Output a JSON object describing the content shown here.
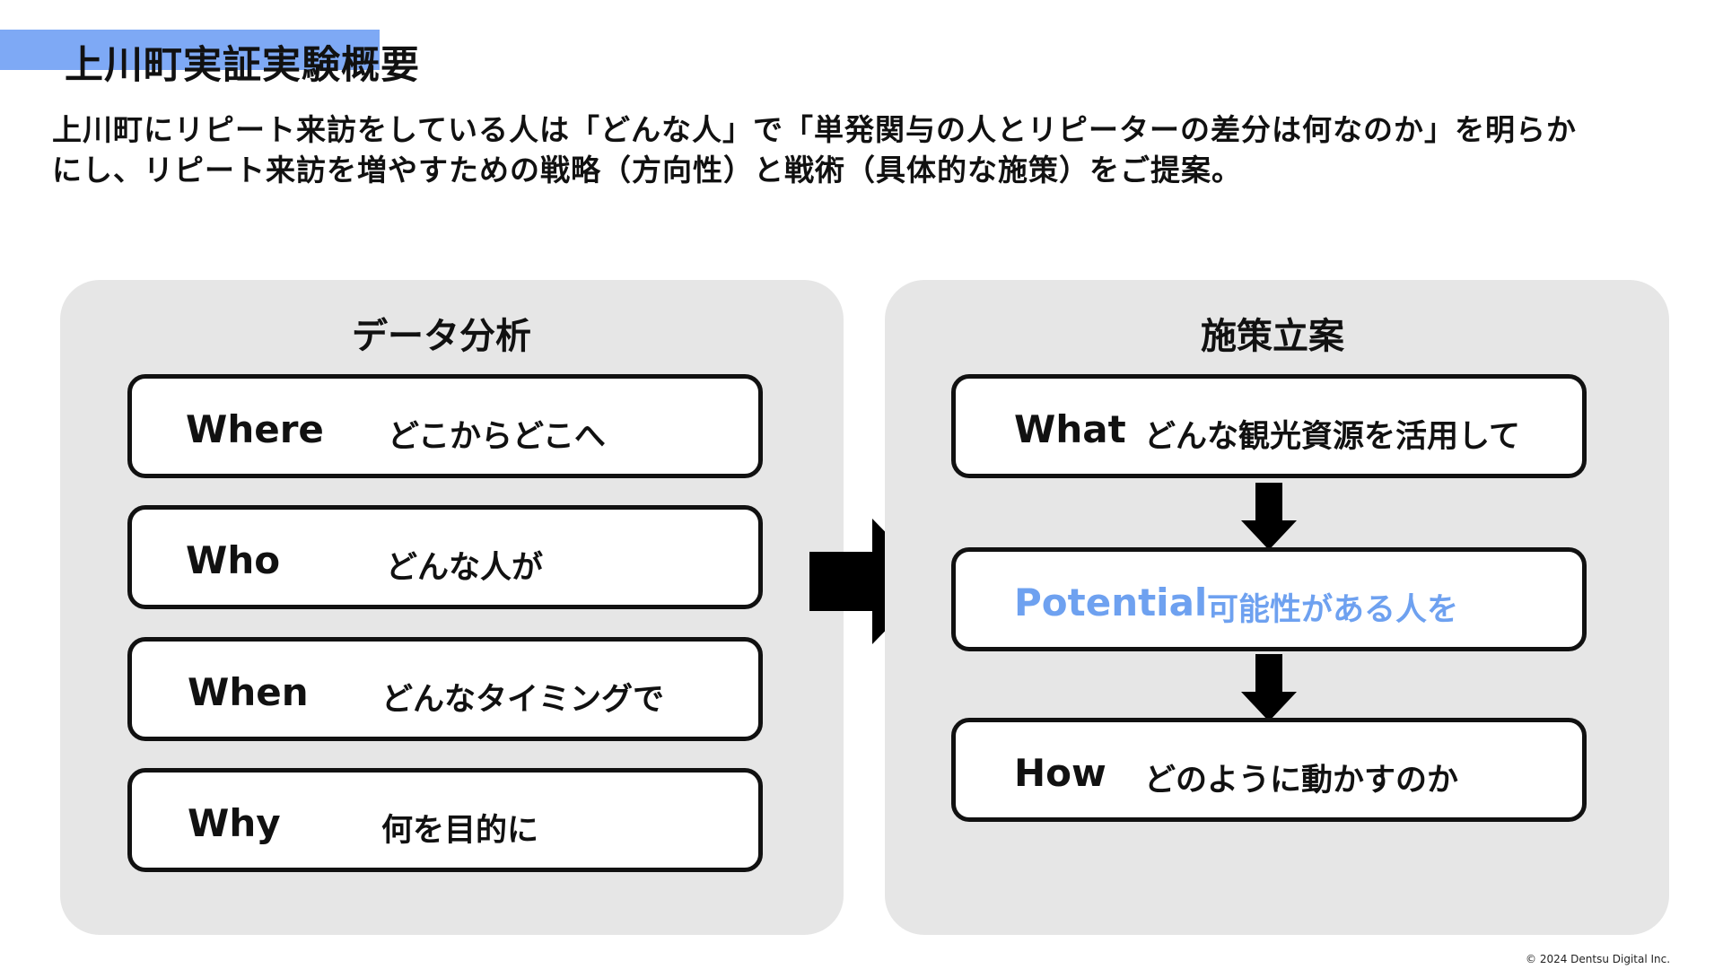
{
  "colors": {
    "accent_bar": "#7ea9f5",
    "highlight_text": "#6ea1f0",
    "panel_bg": "#e6e6e6"
  },
  "title": "上川町実証実験概要",
  "lead": {
    "line1": "上川町にリピート来訪をしている人は「どんな人」で「単発関与の人とリピーターの差分は何なのか」を明らか",
    "line2": "にし、リピート来訪を増やすための戦略（方向性）と戦術（具体的な施策）をご提案。"
  },
  "left_panel": {
    "title": "データ分析",
    "items": [
      {
        "term": "Where",
        "desc": "どこからどこへ"
      },
      {
        "term": "Who",
        "desc": "どんな人が"
      },
      {
        "term": "When",
        "desc": "どんなタイミングで"
      },
      {
        "term": "Why",
        "desc": "何を目的に"
      }
    ]
  },
  "right_panel": {
    "title": "施策立案",
    "items": [
      {
        "term": "What",
        "desc": "どんな観光資源を活用して"
      },
      {
        "term": "Potential",
        "desc": "可能性がある人を"
      },
      {
        "term": "How",
        "desc": "どのように動かすのか"
      }
    ]
  },
  "icons": [
    "right-arrow-icon",
    "down-arrow-icon"
  ],
  "footer": "© 2024 Dentsu Digital Inc."
}
